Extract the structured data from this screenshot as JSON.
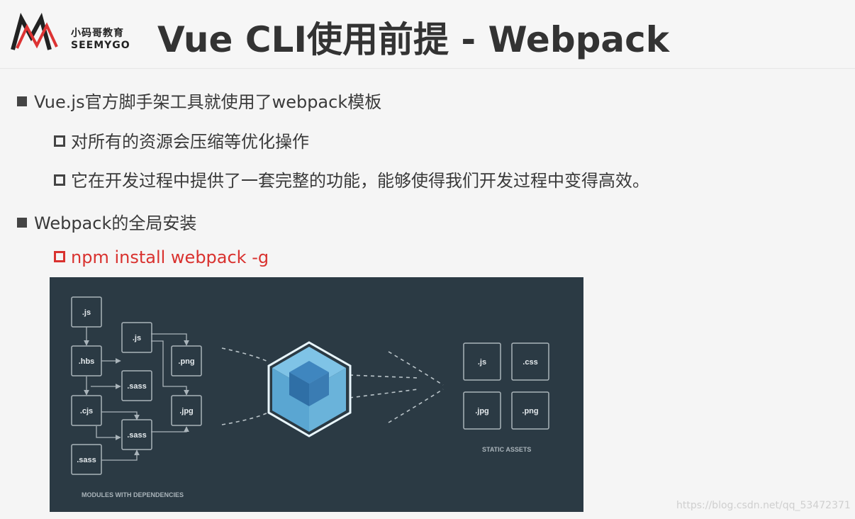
{
  "header": {
    "logo": {
      "cn": "小码哥教育",
      "en": "SEEMYGO",
      "mark_icon": "seemygo-m-logo"
    },
    "title": "Vue CLI使用前提 - Webpack"
  },
  "bullets": [
    {
      "level": 1,
      "text": "Vue.js官方脚手架工具就使用了webpack模板"
    },
    {
      "level": 2,
      "text": "对所有的资源会压缩等优化操作"
    },
    {
      "level": 2,
      "text": "它在开发过程中提供了一套完整的功能，能够使得我们开发过程中变得高效。"
    },
    {
      "level": 1,
      "text": "Webpack的全局安装"
    },
    {
      "level": 2,
      "text": "npm install webpack -g",
      "highlight": "#d9322f"
    }
  ],
  "diagram": {
    "background": "#2b3a44",
    "modules": [
      ".js",
      ".js",
      ".hbs",
      ".png",
      ".sass",
      ".cjs",
      ".jpg",
      ".sass",
      ".sass"
    ],
    "modules_label": "MODULES WITH DEPENDENCIES",
    "assets": [
      ".js",
      ".css",
      ".jpg",
      ".png"
    ],
    "assets_label": "STATIC ASSETS",
    "cube_icon": "webpack-cube-icon",
    "cube_color": "#8ed6fb"
  },
  "watermark": "https://blog.csdn.net/qq_53472371"
}
